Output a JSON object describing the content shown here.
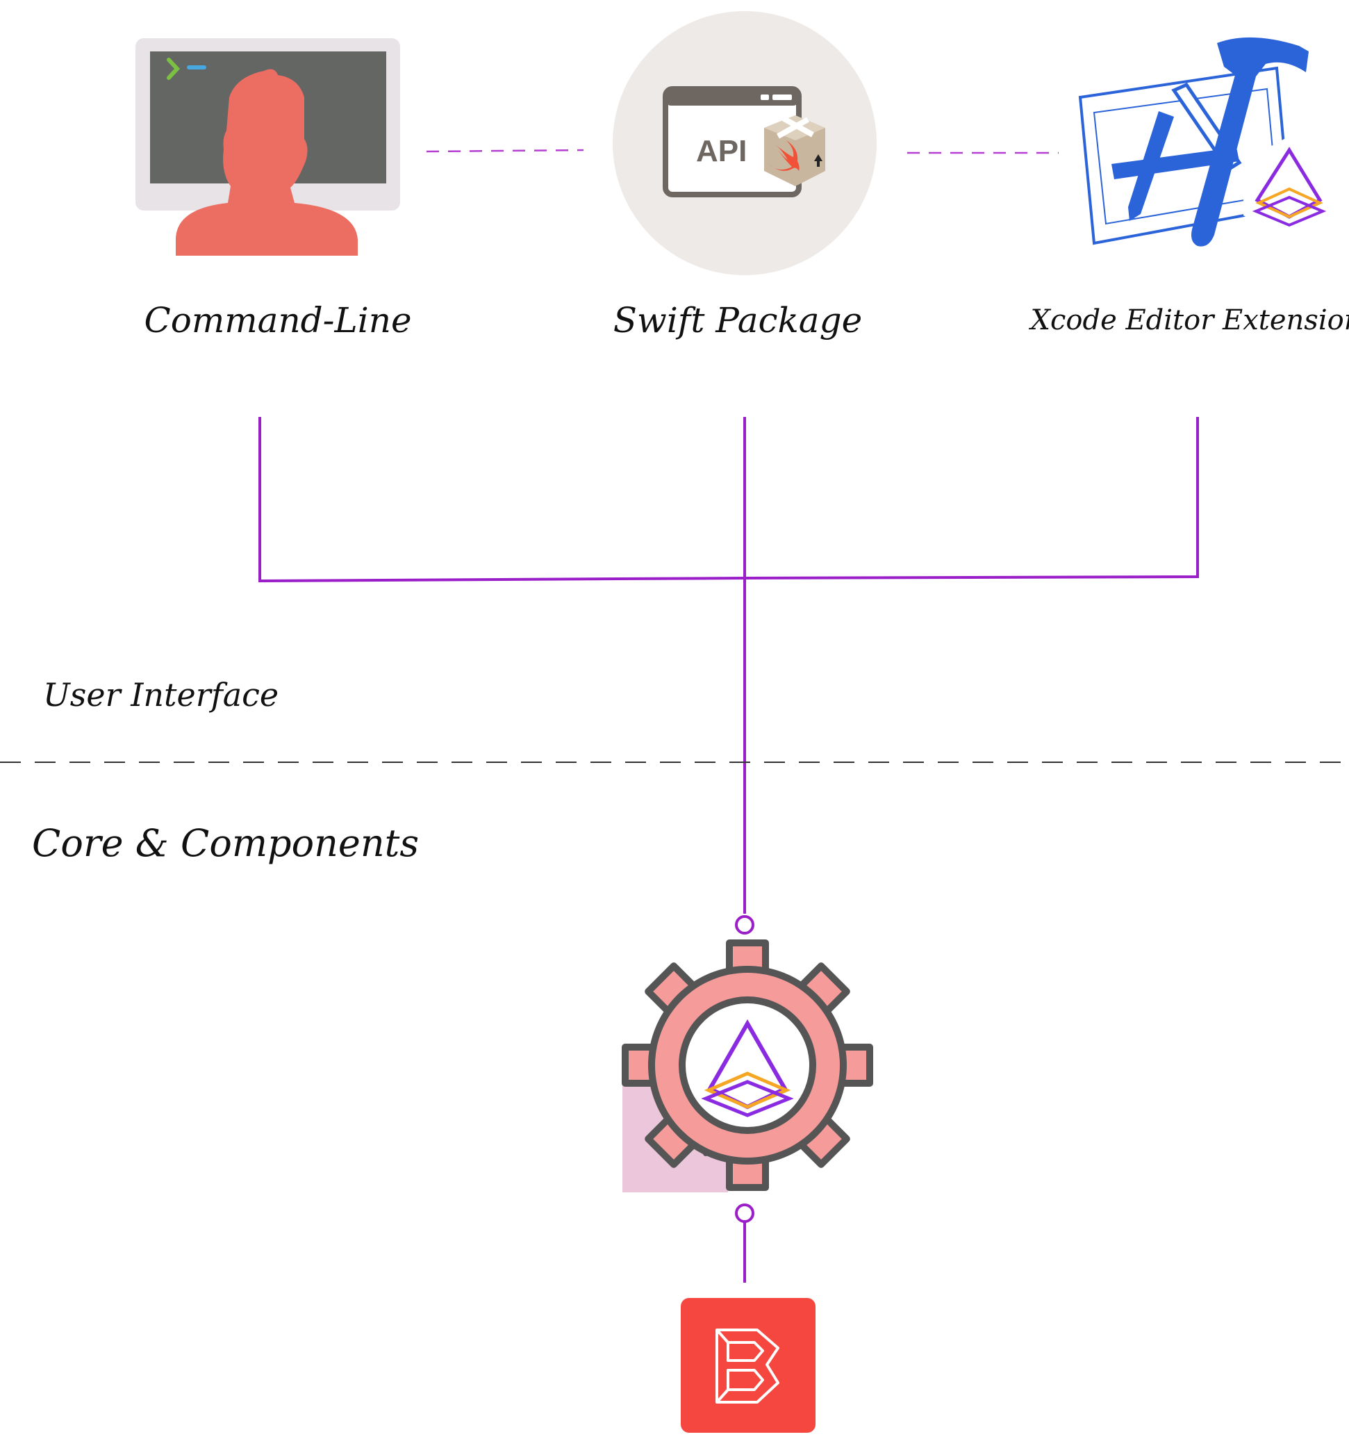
{
  "diagram": {
    "nodes": {
      "command_line": {
        "label": "Command-Line",
        "icon": "terminal-user-icon"
      },
      "swift_package": {
        "label": "Swift Package",
        "icon": "api-package-icon",
        "icon_text": "API"
      },
      "xcode_extension": {
        "label": "Xcode Editor Extension",
        "icon": "xcode-hammer-icon"
      },
      "core": {
        "icon": "gear-core-icon"
      },
      "component": {
        "icon": "b-logo-icon"
      }
    },
    "sections": {
      "user_interface": "User Interface",
      "core_components": "Core & Components"
    },
    "edges": [
      {
        "from": "command_line",
        "to": "swift_package",
        "style": "dashed"
      },
      {
        "from": "swift_package",
        "to": "xcode_extension",
        "style": "dashed"
      },
      {
        "from": "command_line",
        "to": "core",
        "style": "solid"
      },
      {
        "from": "swift_package",
        "to": "core",
        "style": "solid"
      },
      {
        "from": "xcode_extension",
        "to": "core",
        "style": "solid"
      },
      {
        "from": "core",
        "to": "component",
        "style": "solid"
      }
    ],
    "colors": {
      "connector": "#9b1fc8",
      "terminal_bg": "#e7e3e6",
      "terminal_screen": "#646664",
      "person": "#ec6e63",
      "api_circle": "#eeeae8",
      "xcode_blue": "#2b63d9",
      "gear_fill": "#f59b9a",
      "gear_stroke": "#555555",
      "logo_red": "#f5473f",
      "accent_orange": "#f5a623",
      "accent_purple": "#8a2be2"
    }
  }
}
